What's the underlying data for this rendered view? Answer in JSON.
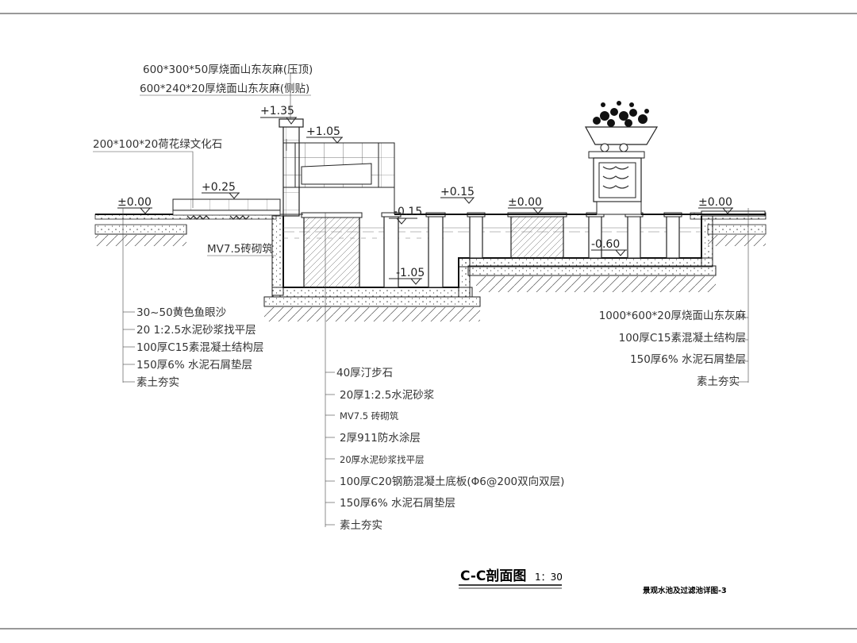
{
  "title": {
    "main": "C-C剖面图",
    "scale": "1：30",
    "sheet": "景观水池及过滤池详图-3"
  },
  "top_labels": {
    "coping": "600*300*50厚烧面山东灰麻(压顶)",
    "side": "600*240*20厚烧面山东灰麻(侧贴)",
    "culture_stone": "200*100*20荷花绿文化石",
    "masonry": "MV7.5砖砌筑"
  },
  "elevations": {
    "e135": "+1.35",
    "e105": "+1.05",
    "e025": "+0.25",
    "e000_left": "±0.00",
    "e015": "+0.15",
    "e000_mid": "±0.00",
    "e000_right": "±0.00",
    "em015": "-0.15",
    "em060": "-0.60",
    "em105": "-1.05"
  },
  "left_layers": [
    "30~50黄色鱼眼沙",
    "20 1:2.5水泥砂浆找平层",
    "100厚C15素混凝土结构层",
    "150厚6% 水泥石屑垫层",
    "素土夯实"
  ],
  "center_layers": [
    "40厚汀步石",
    "20厚1:2.5水泥砂浆",
    "MV7.5 砖砌筑",
    "2厚911防水涂层",
    "20厚水泥砂浆找平层",
    "100厚C20钢筋混凝土底板(Φ6@200双向双层)",
    "150厚6% 水泥石屑垫层",
    "素土夯实"
  ],
  "right_layers": [
    "1000*600*20厚烧面山东灰麻",
    "100厚C15素混凝土结构层",
    "150厚6% 水泥石屑垫层",
    "素土夯实"
  ]
}
